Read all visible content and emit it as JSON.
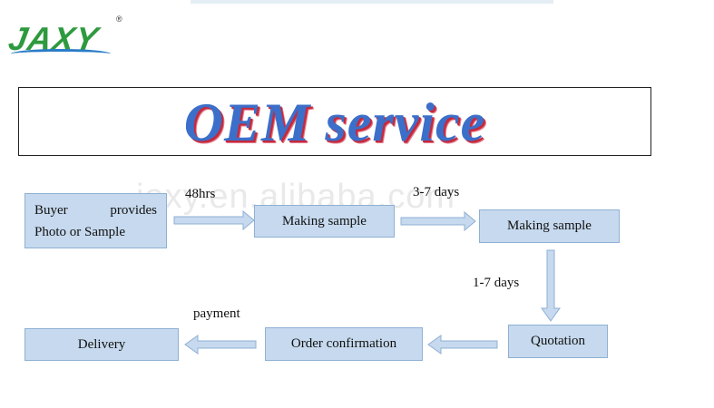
{
  "logo": {
    "text": "JAXY",
    "reg_mark": "®"
  },
  "banner": {
    "title": "OEM service"
  },
  "watermark": "jaxy.en.alibaba.com",
  "diagram": {
    "steps": {
      "buyer": {
        "line1_a": "Buyer",
        "line1_b": "provides",
        "line2": "Photo or Sample"
      },
      "making_sample_1": "Making sample",
      "making_sample_2": "Making sample",
      "quotation": "Quotation",
      "order_confirmation": "Order confirmation",
      "delivery": "Delivery"
    },
    "durations": {
      "to_sample": "48hrs",
      "to_second_sample": "3-7 days",
      "to_quotation": "1-7 days",
      "to_delivery": "payment"
    }
  },
  "colors": {
    "box_fill": "#c6d9ee",
    "box_border": "#8fb0d4",
    "arrow_fill": "#c6d9ee",
    "arrow_border": "#8fb0d4",
    "logo_green": "#2e9a3f",
    "title_blue": "#3b6fc9",
    "title_shadow": "#c8283a"
  }
}
